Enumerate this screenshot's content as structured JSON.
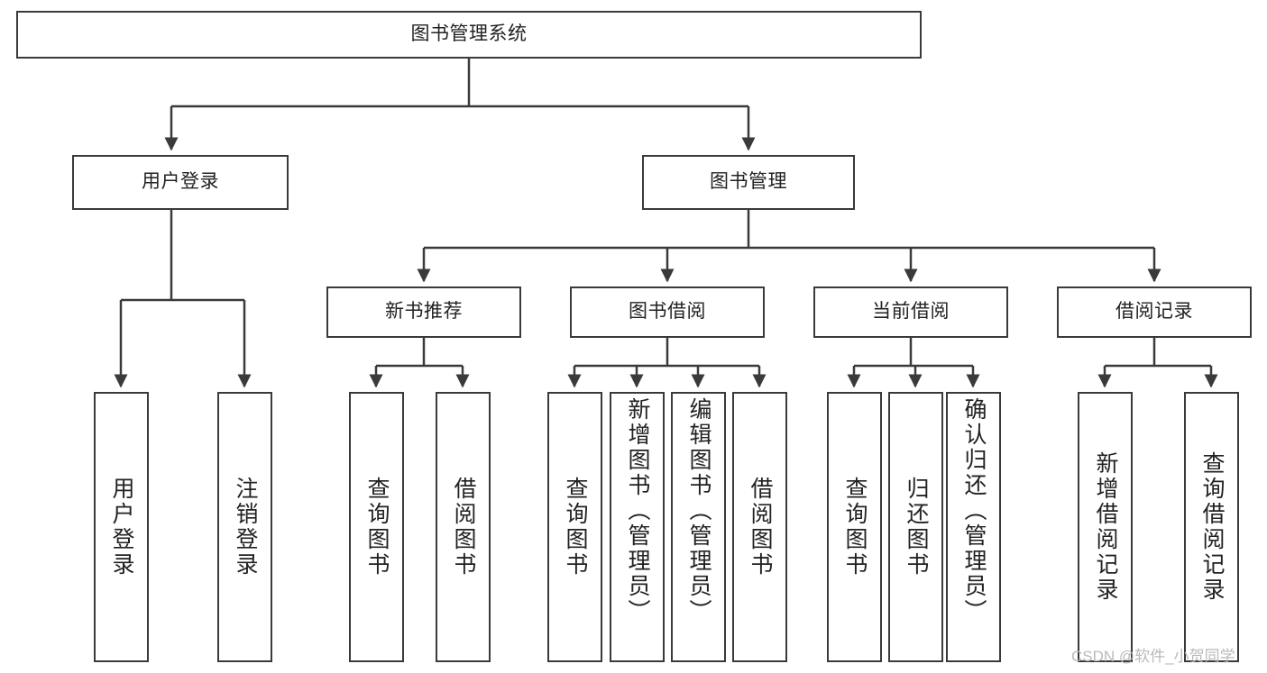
{
  "diagram": {
    "type": "tree-hierarchy-diagram",
    "title": "图书管理系统",
    "accent_color": "#3a3a3a",
    "background": "#ffffff",
    "watermark": "CSDN @软件_小贺同学",
    "nodes": {
      "root": {
        "label": "图书管理系统"
      },
      "level2": [
        {
          "id": "user-login",
          "label": "用户登录"
        },
        {
          "id": "book-management",
          "label": "图书管理"
        }
      ],
      "level3": [
        {
          "id": "new-book-recommend",
          "label": "新书推荐"
        },
        {
          "id": "book-borrow",
          "label": "图书借阅"
        },
        {
          "id": "current-borrow",
          "label": "当前借阅"
        },
        {
          "id": "borrow-record",
          "label": "借阅记录"
        }
      ],
      "leaves": {
        "user_login": [
          {
            "id": "leaf-user-login",
            "label": "用户登录"
          },
          {
            "id": "leaf-logout-login",
            "label": "注销登录"
          }
        ],
        "new_book_recommend": [
          {
            "id": "leaf-query-book-1",
            "label": "查询图书"
          },
          {
            "id": "leaf-borrow-book-1",
            "label": "借阅图书"
          }
        ],
        "book_borrow": [
          {
            "id": "leaf-query-book-2",
            "label": "查询图书"
          },
          {
            "id": "leaf-add-book-admin",
            "label": "新增图书（管理员）"
          },
          {
            "id": "leaf-edit-book-admin",
            "label": "编辑图书（管理员）"
          },
          {
            "id": "leaf-borrow-book-2",
            "label": "借阅图书"
          }
        ],
        "current_borrow": [
          {
            "id": "leaf-query-book-3",
            "label": "查询图书"
          },
          {
            "id": "leaf-return-book",
            "label": "归还图书"
          },
          {
            "id": "leaf-confirm-return-admin",
            "label": "确认归还（管理员）"
          }
        ],
        "borrow_record": [
          {
            "id": "leaf-add-borrow-record",
            "label": "新增借阅记录"
          },
          {
            "id": "leaf-query-borrow-record",
            "label": "查询借阅记录"
          }
        ]
      }
    }
  }
}
